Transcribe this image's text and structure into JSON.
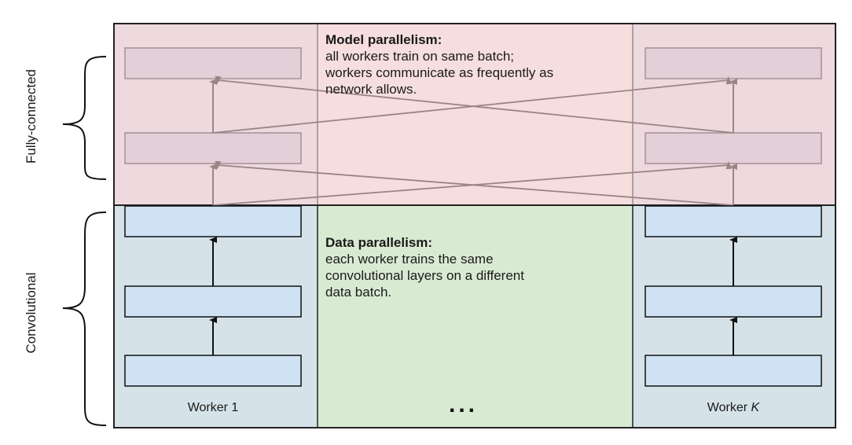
{
  "colors": {
    "fc_region": "#f7dede",
    "conv_region_sides": "#d5e3e8",
    "conv_region_middle": "#d9ead3",
    "fc_side_shade": "#ead7de",
    "layer_fill": "#cfe2f3",
    "layer_stroke": "#111111",
    "border": "#333333",
    "arrow": "#111111",
    "faded_arrow": "#9a8585"
  },
  "side_labels": {
    "fully_connected": "Fully-connected",
    "convolutional": "Convolutional"
  },
  "model_parallelism": {
    "title": "Model parallelism:",
    "body": "all workers train on same batch;\nworkers communicate as frequently as\nnetwork allows."
  },
  "data_parallelism": {
    "title": "Data parallelism:",
    "body": "each worker trains the same\nconvolutional layers on a different\ndata batch."
  },
  "workers": {
    "first_label": "Worker 1",
    "last_label_prefix": "Worker ",
    "last_label_var": "K",
    "ellipsis": "..."
  }
}
